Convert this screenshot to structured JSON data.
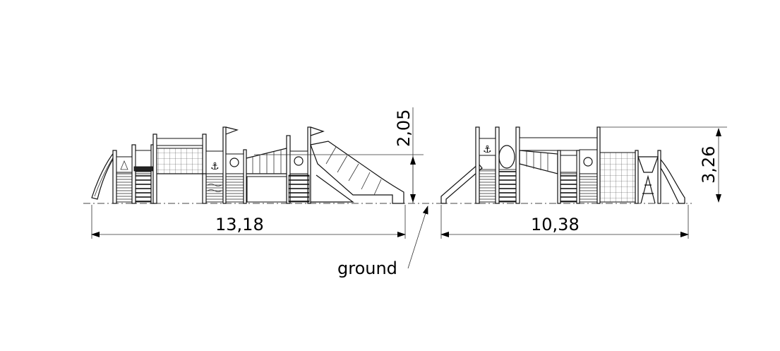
{
  "dimensions": {
    "front_width": "13,18",
    "front_height": "2,05",
    "side_width": "10,38",
    "side_height": "3,26"
  },
  "labels": {
    "ground": "ground"
  },
  "colors": {
    "line": "#111111",
    "background": "#ffffff"
  }
}
